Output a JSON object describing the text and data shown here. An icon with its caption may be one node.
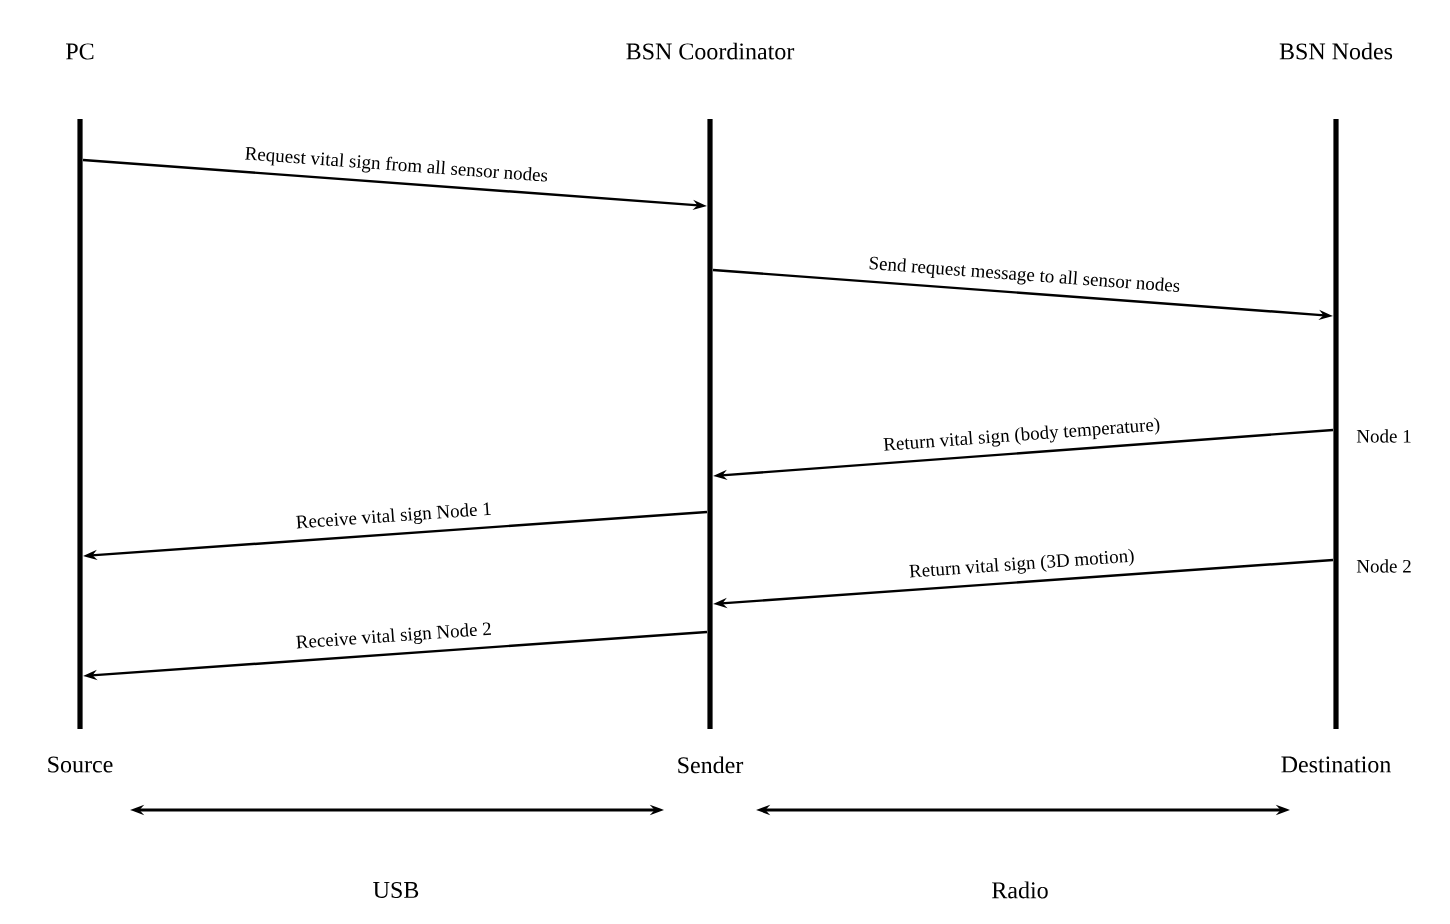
{
  "diagram": {
    "nodes": [
      {
        "text": [
          "PC",
          "Source"
        ]
      },
      {
        "text": [
          "BSN Coordinator",
          "Sender"
        ]
      },
      {
        "text": [
          "BSN Nodes",
          "Destination"
        ]
      }
    ],
    "edges": [
      {
        "from": 0,
        "to": 1,
        "arrow": "to",
        "label": "Request vital sign from all sensor nodes"
      },
      {
        "from": 1,
        "to": 2,
        "arrow": "to",
        "label": "Send request message to all sensor nodes"
      },
      {
        "from": 2,
        "to": 1,
        "arrow": "to",
        "label": "Return vital sign (body temperature)"
      },
      {
        "from": 1,
        "to": 0,
        "arrow": "to",
        "label": "Receive vital sign Node 1"
      },
      {
        "from": 2,
        "to": 1,
        "arrow": "to",
        "label": "Return vital sign (3D motion)"
      },
      {
        "from": 1,
        "to": 0,
        "arrow": "to",
        "label": "Receive vital sign Node 2"
      }
    ],
    "labels": [
      "Node 1",
      "Node 2",
      "USB",
      "Radio"
    ]
  }
}
